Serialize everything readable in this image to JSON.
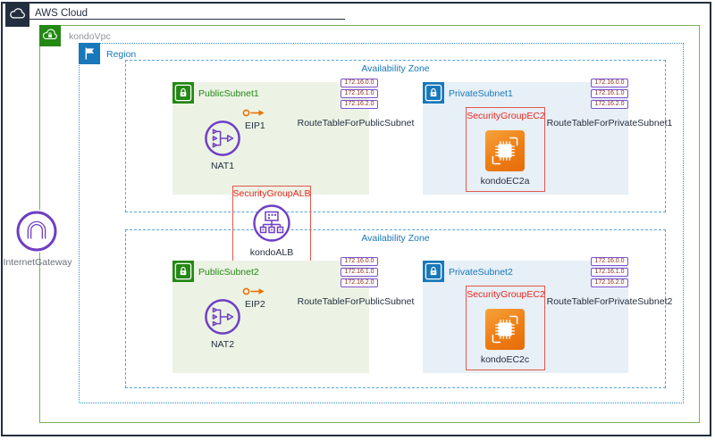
{
  "title": "AWS Cloud",
  "vpc": {
    "label": "kondoVpc"
  },
  "region": {
    "label": "Region"
  },
  "internet_gateway": {
    "label": "InternetGateway"
  },
  "route_entries": [
    "172.16.0.0",
    "172.16.1.0",
    "172.16.2.0"
  ],
  "alb": {
    "security_group_label": "SecurityGroupALB",
    "name": "kondoALB"
  },
  "availability_zones": [
    {
      "label": "Availability Zone",
      "public_subnet": {
        "label": "PublicSubnet1",
        "nat_label": "NAT1",
        "eip_label": "EIP1",
        "route_table_label": "RouteTableForPublicSubnet"
      },
      "private_subnet": {
        "label": "PrivateSubnet1",
        "security_group_label": "SecurityGroupEC2",
        "instance_label": "kondoEC2a",
        "route_table_label": "RouteTableForPrivateSubnet1"
      }
    },
    {
      "label": "Availability Zone",
      "public_subnet": {
        "label": "PublicSubnet2",
        "nat_label": "NAT2",
        "eip_label": "EIP2",
        "route_table_label": "RouteTableForPublicSubnet"
      },
      "private_subnet": {
        "label": "PrivateSubnet2",
        "security_group_label": "SecurityGroupEC2",
        "instance_label": "kondoEC2c",
        "route_table_label": "RouteTableForPrivateSubnet2"
      }
    }
  ],
  "colors": {
    "dark": "#232f3e",
    "vpc_border_green": "#79b257",
    "icon_green": "#248814",
    "icon_blue": "#1778ba",
    "dashed_blue": "#55a4d9",
    "purple": "#6e3fc3",
    "chip_border_purple": "#7d52cc",
    "chip_text_red": "#8a2a1a",
    "security_group_red": "#e2594d",
    "security_group_text_red": "#e8281e",
    "ec2_orange": "#ec7211",
    "eip_orange": "#ed7100",
    "public_subnet_bg": "#ecf3e5",
    "private_subnet_bg": "#e7eff7"
  }
}
